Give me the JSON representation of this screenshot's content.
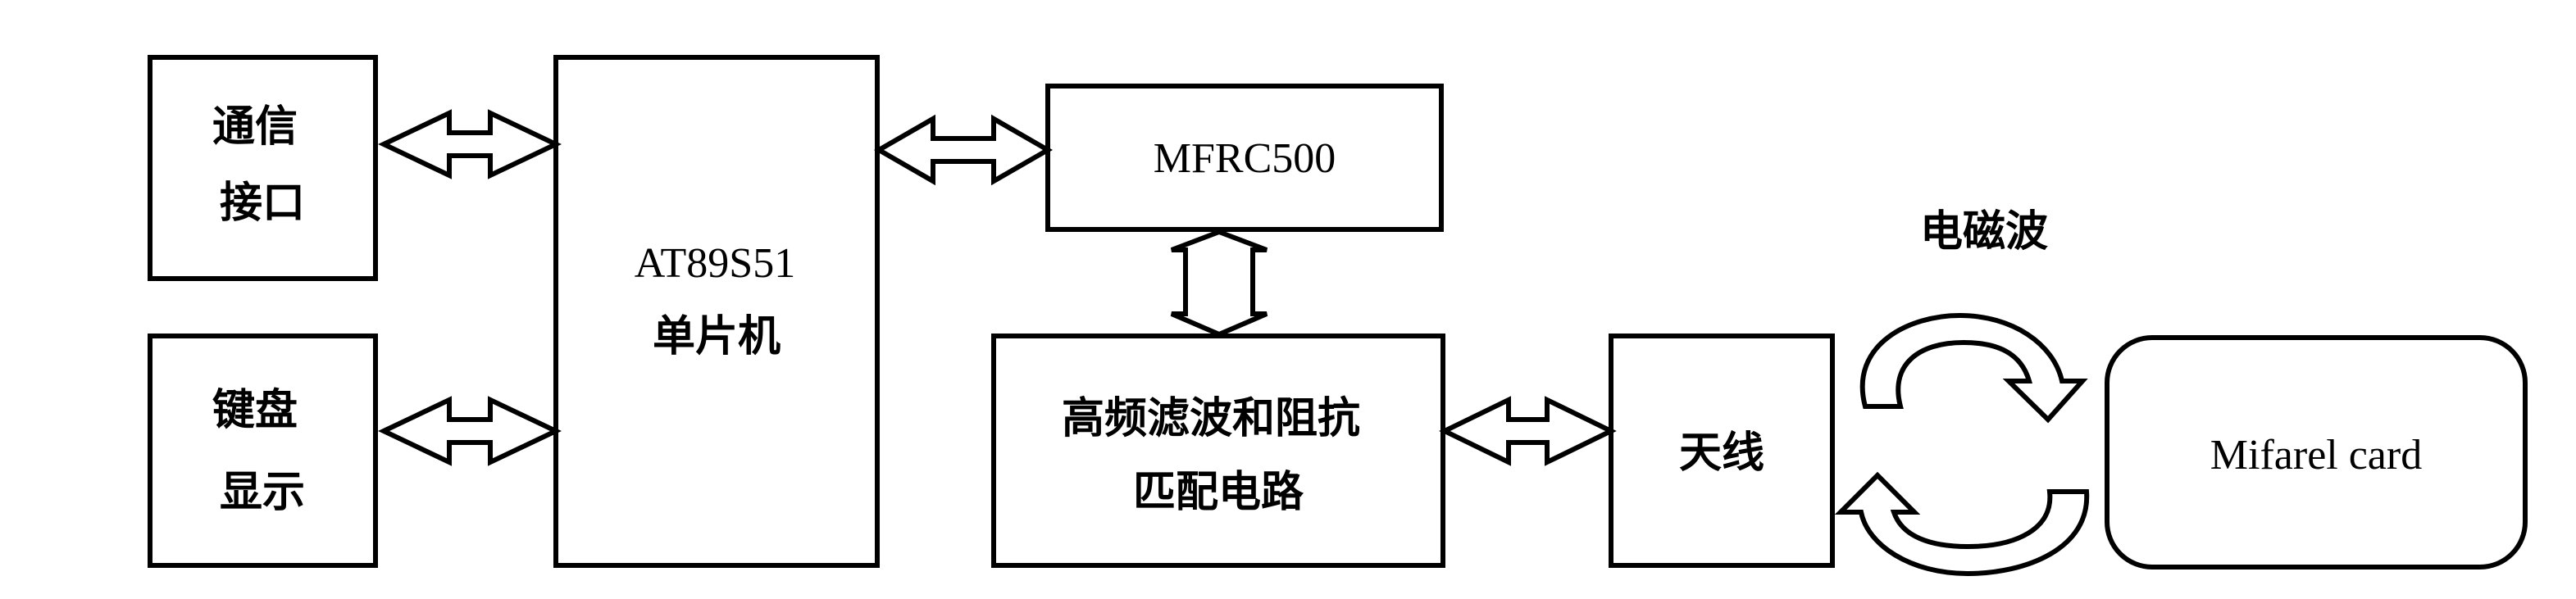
{
  "blocks": {
    "comm": {
      "lines": [
        "通信",
        "接口"
      ]
    },
    "keyboard": {
      "lines": [
        "键盘",
        "显示"
      ]
    },
    "mcu": {
      "lines": [
        "AT89S51",
        "单片机"
      ]
    },
    "mfrc": {
      "lines": [
        "MFRC500"
      ]
    },
    "filter": {
      "lines": [
        "高频滤波和阻抗",
        "匹配电路"
      ]
    },
    "antenna": {
      "lines": [
        "天线"
      ]
    },
    "card": {
      "lines": [
        "Mifarel card"
      ]
    }
  },
  "wave_label": "电磁波"
}
